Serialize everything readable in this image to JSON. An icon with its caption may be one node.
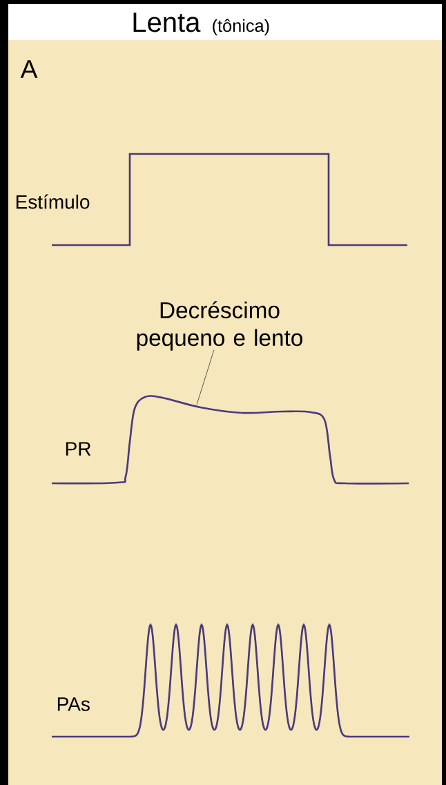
{
  "diagram": {
    "title": "Lenta",
    "nodes": [
      {
        "text": [
          "Decréscimo pequeno e lento"
        ]
      },
      {
        "text": [],
        "shape": "picture"
      }
    ],
    "edges": [
      {
        "from": 0,
        "to": 1,
        "arrow": "none"
      }
    ],
    "labels": [
      "(tônica)",
      "A",
      "Estímulo",
      "PR",
      "PAs"
    ]
  }
}
